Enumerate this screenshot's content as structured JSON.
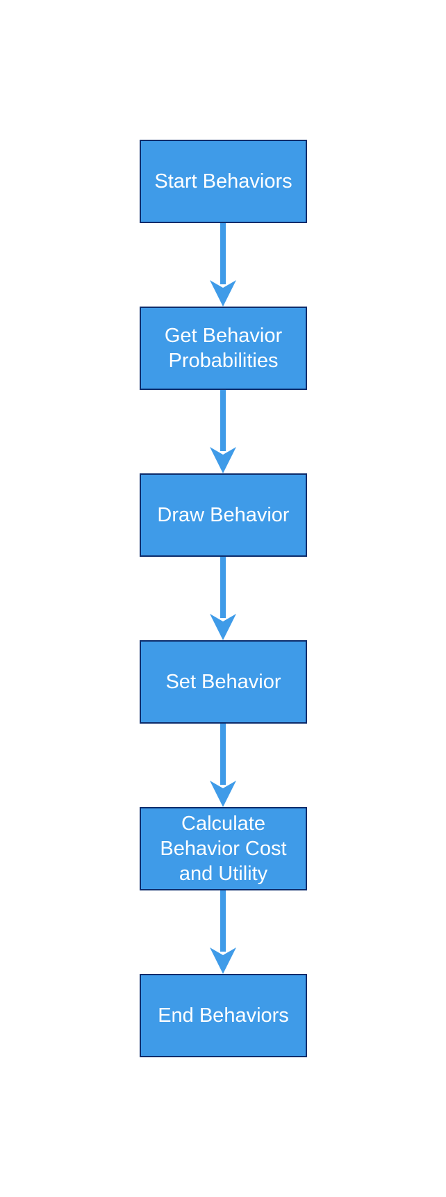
{
  "colors": {
    "node_fill": "#3f9be8",
    "node_border": "#0d2c6b",
    "node_text": "#ffffff",
    "arrow": "#3f9be8",
    "background": "#ffffff"
  },
  "nodes": [
    {
      "label": "Start Behaviors"
    },
    {
      "label": "Get Behavior Probabilities"
    },
    {
      "label": "Draw Behavior"
    },
    {
      "label": "Set Behavior"
    },
    {
      "label": "Calculate Behavior Cost and Utility"
    },
    {
      "label": "End Behaviors"
    }
  ],
  "edges": [
    {
      "from": "Start Behaviors",
      "to": "Get Behavior Probabilities"
    },
    {
      "from": "Get Behavior Probabilities",
      "to": "Draw Behavior"
    },
    {
      "from": "Draw Behavior",
      "to": "Set Behavior"
    },
    {
      "from": "Set Behavior",
      "to": "Calculate Behavior Cost and Utility"
    },
    {
      "from": "Calculate Behavior Cost and Utility",
      "to": "End Behaviors"
    }
  ]
}
